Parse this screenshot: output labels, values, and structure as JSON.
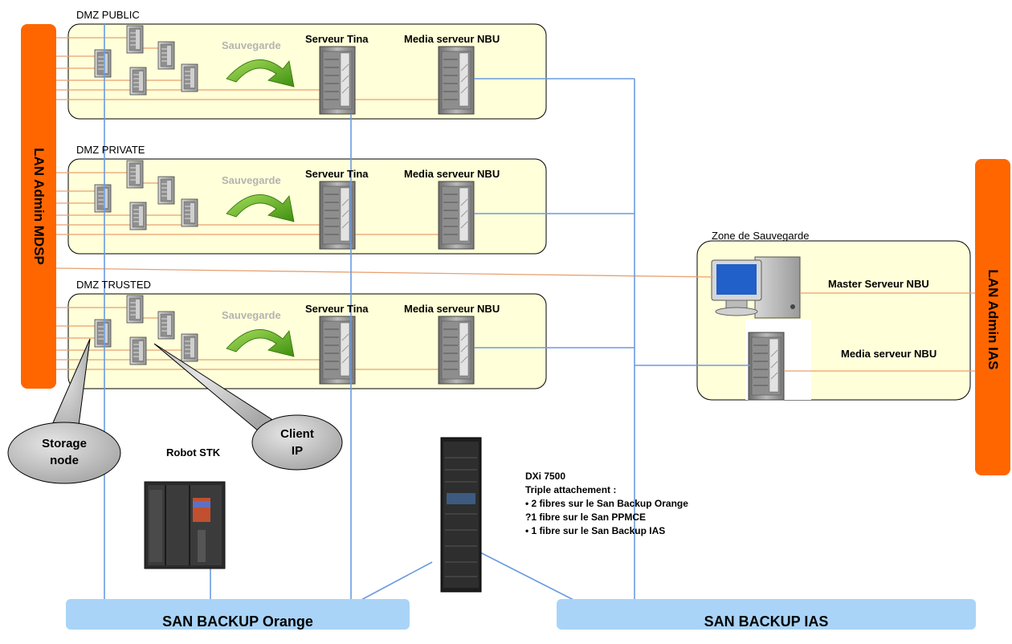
{
  "zones": [
    {
      "name": "DMZ PUBLIC",
      "sauvegarde": "Sauvegarde",
      "tina": "Serveur Tina",
      "nbu": "Media serveur NBU"
    },
    {
      "name": "DMZ PRIVATE",
      "sauvegarde": "Sauvegarde",
      "tina": "Serveur Tina",
      "nbu": "Media serveur NBU"
    },
    {
      "name": "DMZ TRUSTED",
      "sauvegarde": "Sauvegarde",
      "tina": "Serveur Tina",
      "nbu": "Media serveur NBU"
    }
  ],
  "lan_admin_mdsp": "LAN Admin MDSP",
  "lan_admin_ias": "LAN Admin IAS",
  "backup_zone": {
    "title": "Zone de Sauvegarde",
    "master": "Master Serveur NBU",
    "media": "Media serveur NBU"
  },
  "callouts": {
    "storage_line1": "Storage",
    "storage_line2": "node",
    "client_line1": "Client",
    "client_line2": "IP"
  },
  "robot_label": "Robot STK",
  "dxi": {
    "title": "DXi 7500",
    "subtitle": "Triple attachement :",
    "bullets": [
      "• 2 fibres sur le San Backup Orange",
      "?1 fibre sur le San PPMCE",
      "• 1 fibre sur le San Backup IAS"
    ]
  },
  "san_orange": "SAN BACKUP Orange",
  "san_ias": "SAN BACKUP IAS",
  "colors": {
    "zone_fill": "#ffffd9",
    "lan_bar": "#ff6600",
    "orange_line": "#e8a070",
    "blue_line": "#6a9be0",
    "san_fill": "#a9d4f7",
    "arrow": "#6abf2a"
  }
}
